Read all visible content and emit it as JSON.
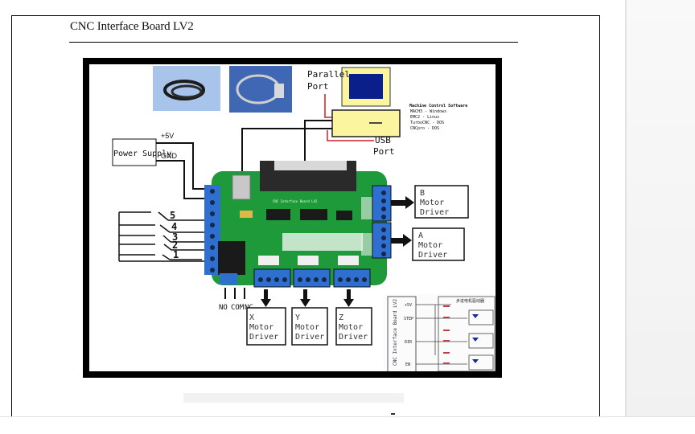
{
  "document": {
    "title": "CNC Interface  Board LV2"
  },
  "figure": {
    "parallel_port_label": [
      "Parallel",
      "Port"
    ],
    "usb_port_label": [
      "USB",
      "Port"
    ],
    "software": {
      "heading": "Machine Control Software",
      "items": [
        "MACH3 - Windows",
        "EMC2 - Linux",
        "TurboCNC - DOS",
        "CNCpro - DOS"
      ]
    },
    "power_supply": {
      "label": "Power Supply",
      "plus": "+5V",
      "gnd": "GND"
    },
    "inputs": [
      "5",
      "4",
      "3",
      "2",
      "1"
    ],
    "relay_pins": [
      "NO",
      "COM",
      "NC"
    ],
    "drivers": {
      "b": [
        "B",
        "Motor",
        "Driver"
      ],
      "a": [
        "A",
        "Motor",
        "Driver"
      ],
      "x": [
        "X",
        "Motor",
        "Driver"
      ],
      "y": [
        "Y",
        "Motor",
        "Driver"
      ],
      "z": [
        "Z",
        "Motor",
        "Driver"
      ]
    },
    "board_silk": "CNC Interface Board LV2",
    "schematic": {
      "side_label": "CNC Interface Board LV2",
      "pins": [
        "+5V",
        "STEP",
        "DIR",
        "EN"
      ],
      "heading": "步进电机驱动器"
    },
    "colors": {
      "pcb_green": "#1f9a3a",
      "terminal_blue": "#2e6fd0",
      "computer_yellow": "#fbf5a0",
      "screen_navy": "#0a1f8a",
      "wire_red": "#d02020"
    }
  }
}
